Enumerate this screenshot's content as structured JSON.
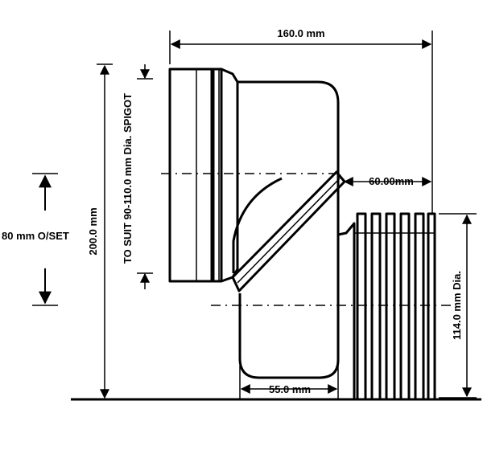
{
  "dimensions": {
    "overall_width": "160.0 mm",
    "offset_60": "60.00mm",
    "offset_80": "80 mm O/SET",
    "height_200": "200.0 mm",
    "spigot_note": "TO SUIT 90-110.0 mm Dia. SPIGOT",
    "outlet_dia": "114.0 mm Dia.",
    "base_55": "55.0 mm"
  },
  "colors": {
    "line": "#000000",
    "background": "#ffffff"
  }
}
